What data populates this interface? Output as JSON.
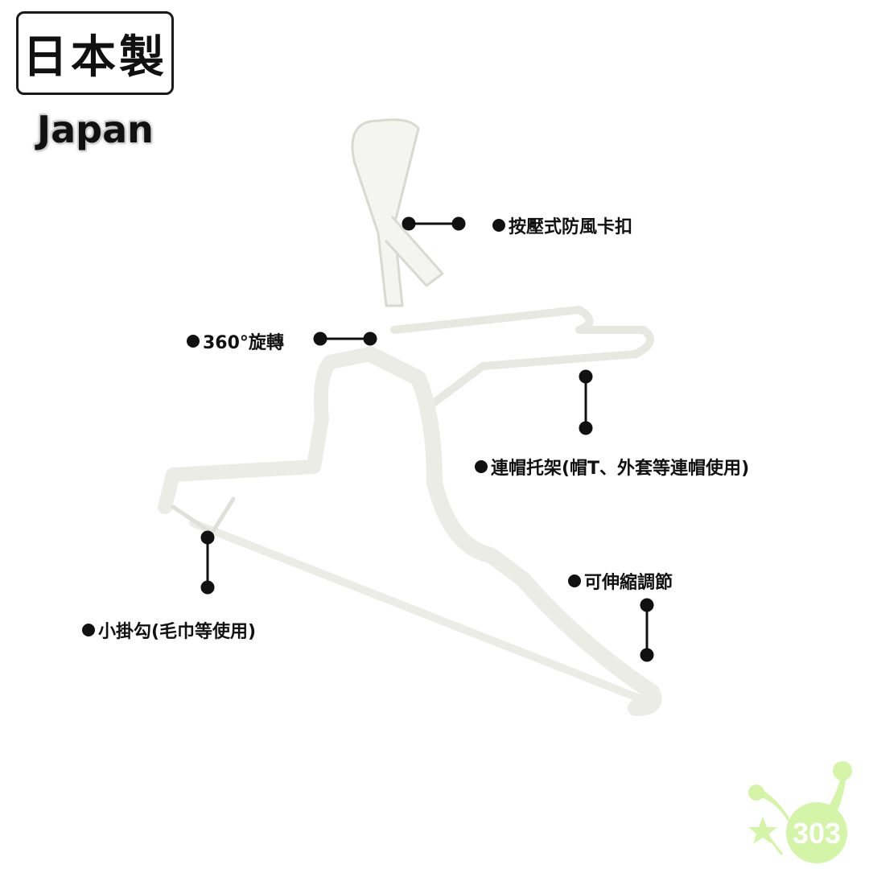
{
  "badge": {
    "text": "日本製",
    "origin": "Japan"
  },
  "callouts": [
    {
      "id": "clip",
      "text": "按壓式防風卡扣"
    },
    {
      "id": "rotate",
      "text": "360°旋轉"
    },
    {
      "id": "hood",
      "text": "連帽托架(帽T、外套等連帽使用)"
    },
    {
      "id": "telescopic",
      "text": "可伸縮調節"
    },
    {
      "id": "hook",
      "text": "小掛勾(毛巾等使用)"
    }
  ],
  "logo": {
    "text": "303",
    "color": "#d4f5a8"
  },
  "colors": {
    "text": "#111111",
    "hanger": "#f2f2ee",
    "hanger_edge": "#d9d9d2"
  }
}
